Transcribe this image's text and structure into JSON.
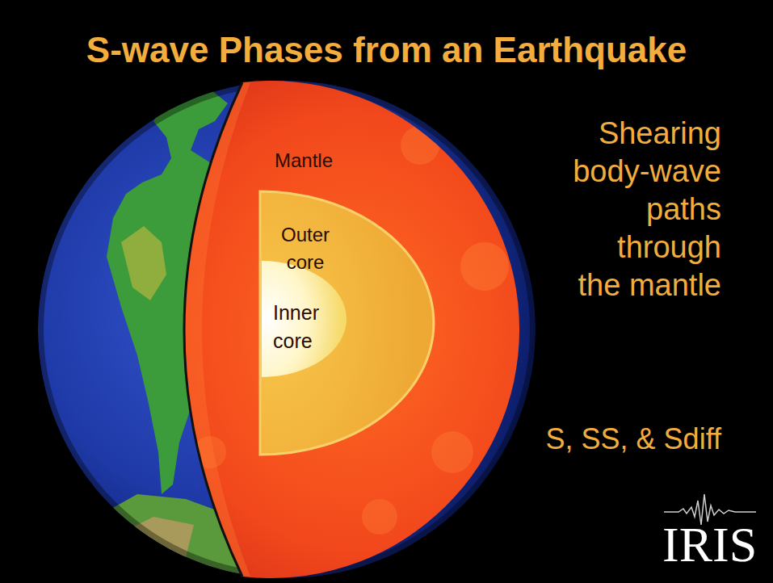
{
  "diagram": {
    "title": "S-wave Phases from an Earthquake",
    "labels": [
      "Mantle",
      "Outer core",
      "Inner core",
      "Shearing body-wave paths through the mantle",
      "S, SS, & Sdiff",
      "IRIS"
    ]
  }
}
